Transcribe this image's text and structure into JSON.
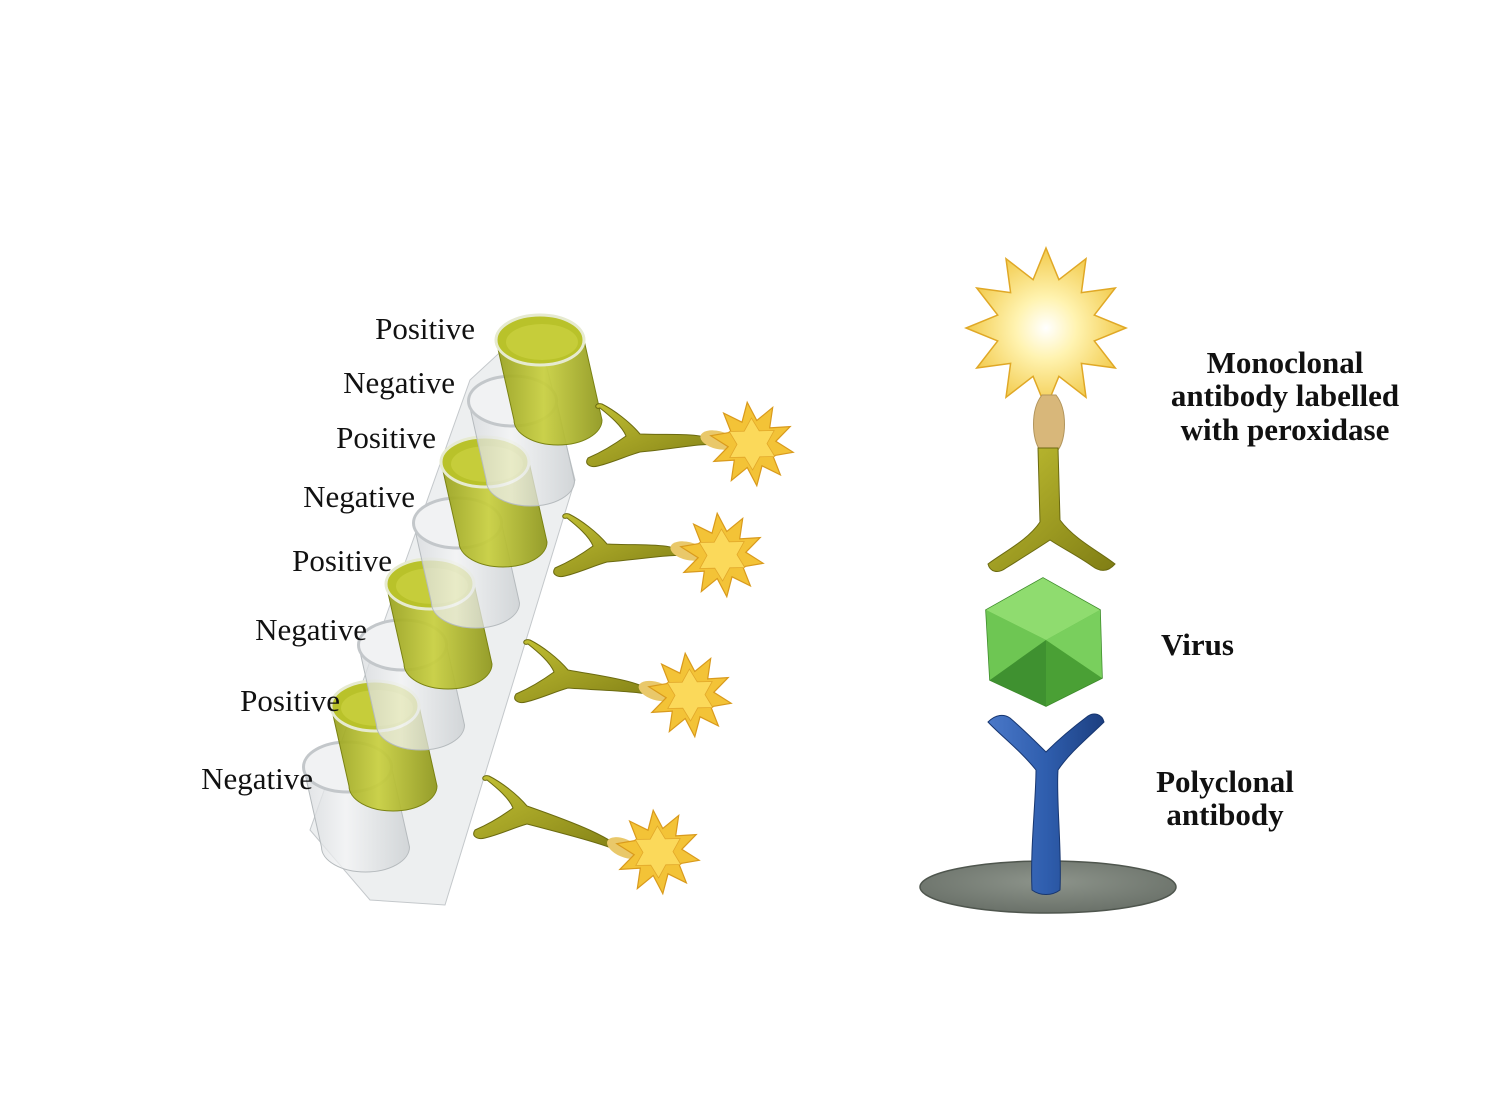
{
  "strip": {
    "wells": [
      {
        "label": "Positive",
        "result": "positive"
      },
      {
        "label": "Negative",
        "result": "negative"
      },
      {
        "label": "Positive",
        "result": "positive"
      },
      {
        "label": "Negative",
        "result": "negative"
      },
      {
        "label": "Positive",
        "result": "positive"
      },
      {
        "label": "Negative",
        "result": "negative"
      },
      {
        "label": "Positive",
        "result": "positive"
      },
      {
        "label": "Negative",
        "result": "negative"
      }
    ]
  },
  "components": {
    "monoclonal_label_line1": "Monoclonal",
    "monoclonal_label_line2": "antibody labelled",
    "monoclonal_label_line3": "with peroxidase",
    "virus_label": "Virus",
    "polyclonal_label_line1": "Polyclonal",
    "polyclonal_label_line2": "antibody"
  },
  "colors": {
    "positive_fill": "#b9c22a",
    "well_glass": "#e3e6e8",
    "antibody_green": "#a7a625",
    "peroxidase_gold": "#f3c337",
    "virus_green": "#6cc451",
    "polyclonal_blue": "#2f5eae",
    "plate_gray": "#7d847c"
  },
  "icons": {
    "well": "cylinder-well-icon",
    "enzyme": "star-burst-icon",
    "antibody": "y-shape-icon",
    "virus": "icosahedron-icon",
    "plate": "disk-icon"
  }
}
